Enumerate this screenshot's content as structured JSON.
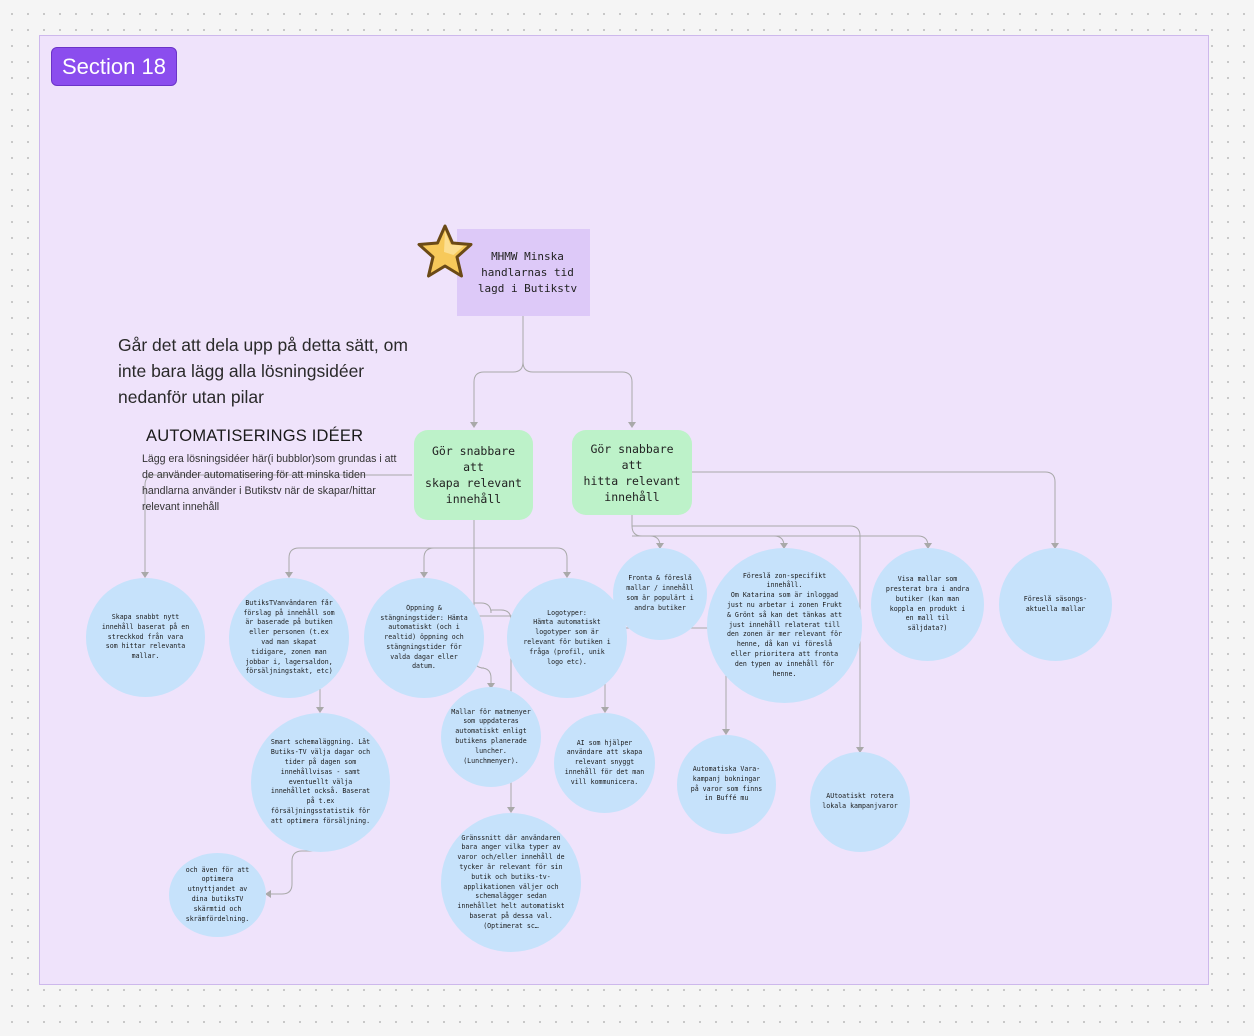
{
  "section": {
    "label": "Section 18"
  },
  "goal": {
    "text": "MHMW Minska\nhandlarnas tid\nlagd i Butikstv"
  },
  "question": "Går det att dela upp på detta sätt, om inte bara lägg alla lösningsidéer nedanför utan pilar",
  "automation": {
    "heading": "AUTOMATISERINGS IDÉER",
    "description": "Lägg era lösningsidéer här(i bubblor)som grundas i att de använder automatisering för att minska tiden handlarna använder i Butikstv när de skapar/hittar relevant innehåll"
  },
  "subgoals": {
    "create": "Gör snabbare att\nskapa relevant\ninnehåll",
    "find": "Gör snabbare att\nhitta relevant\ninnehåll"
  },
  "bubbles": {
    "b1": "Skapa snabbt nytt innehåll baserat på en streckkod från vara som hittar relevanta mallar.",
    "b2": "ButiksTVanvändaren får förslag på innehåll som är baserade på butiken eller personen (t.ex vad man skapat tidigare, zonen man jobbar i, lagersaldon, försäljningstakt, etc)",
    "b3": "Öppning & stängningstider: Hämta automatiskt (och i realtid) öppning och stängningstider för valda dagar eller datum.",
    "b4": "Logotyper:\nHämta automatiskt logotyper som är relevant för butiken i fråga (profil, unik logo etc).",
    "b5": "Fronta & föreslå mallar / innehåll som är populärt i andra butiker",
    "b6": "Föreslå zon-specifikt innehåll.\nOm Katarina som är inloggad just nu arbetar i zonen Frukt & Grönt så kan det tänkas att just innehåll relaterat till den zonen är mer relevant för henne, då kan vi föreslå eller prioritera att fronta den typen av innehåll för henne.",
    "b7": "Visa mallar som presterat bra i andra butiker (kan man koppla en produkt i en mall til säljdata?)",
    "b8": "Föreslå säsongs-aktuella mallar",
    "b9": "Smart schemaläggning. Låt Butiks-TV välja dagar och tider på dagen som innehållvisas - samt eventuellt välja innehållet också. Baserat på t.ex försäljningsstatistik för att optimera försäljning.",
    "b10": "Mallar för matmenyer som uppdateras automatiskt enligt butikens planerade luncher. (Lunchmenyer).",
    "b11": "AI som hjälper användare att skapa relevant snyggt innehåll för det man vill kommunicera.",
    "b12": "Automatiska Vara-kampanj bokningar på varor som finns in Buffé mu",
    "b13": "AUtoatiskt rotera lokala kampanjvaror",
    "b14": "och även för att optimera utnyttjandet av dina butiksTV skärmtid och skrämfördelning.",
    "b15": "Gränssnitt där användaren bara anger vilka typer av varor och/eller innehåll de tycker är relevant för sin butik och butiks-tv-applikationen väljer och schemalägger sedan innehållet helt automatiskt baserat på dessa val. (Optimerat sc…"
  },
  "colors": {
    "section_bg": "#efe3fb",
    "badge": "#8b4dee",
    "goal_sticky": "#ddc9f8",
    "subgoal_sticky": "#bdf2c9",
    "bubble": "#c6e2fb",
    "connector": "#a9a9a9"
  },
  "icons": {
    "goal": "star-icon"
  }
}
